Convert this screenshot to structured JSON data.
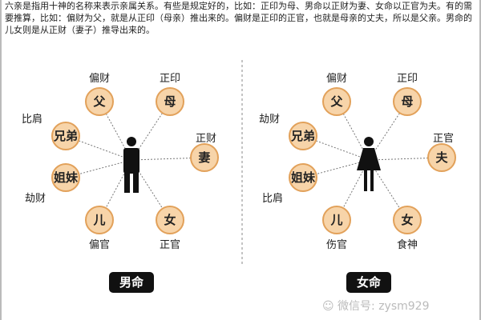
{
  "intro": "六亲是指用十神的名称来表示亲属关系。有些是规定好的，比如：正印为母、男命以正财为妻、女命以正官为夫。有的需要推算，比如：偏财为父，就是从正印（母亲）推出来的。偏财是正印的正官，也就是母亲的丈夫，所以是父亲。男命的儿女则是从正财（妻子）推导出来的。",
  "colors": {
    "node_fill": "#f7d4a9",
    "node_stroke": "#e2a15a",
    "badge": "#111111"
  },
  "male": {
    "title": "男命",
    "icon": "man-icon",
    "nodes": [
      {
        "name": "父",
        "label": "偏财"
      },
      {
        "name": "母",
        "label": "正印"
      },
      {
        "name": "兄弟",
        "label": "比肩"
      },
      {
        "name": "妻",
        "label": "正财"
      },
      {
        "name": "姐妹",
        "label": "劫财"
      },
      {
        "name": "儿",
        "label": "偏官"
      },
      {
        "name": "女",
        "label": "正官"
      }
    ]
  },
  "female": {
    "title": "女命",
    "icon": "woman-icon",
    "nodes": [
      {
        "name": "父",
        "label": "偏财"
      },
      {
        "name": "母",
        "label": "正印"
      },
      {
        "name": "兄弟",
        "label": "劫财"
      },
      {
        "name": "夫",
        "label": "正官"
      },
      {
        "name": "姐妹",
        "label": "比肩"
      },
      {
        "name": "儿",
        "label": "伤官"
      },
      {
        "name": "女",
        "label": "食神"
      }
    ]
  },
  "watermark": "微信号: zysm929"
}
